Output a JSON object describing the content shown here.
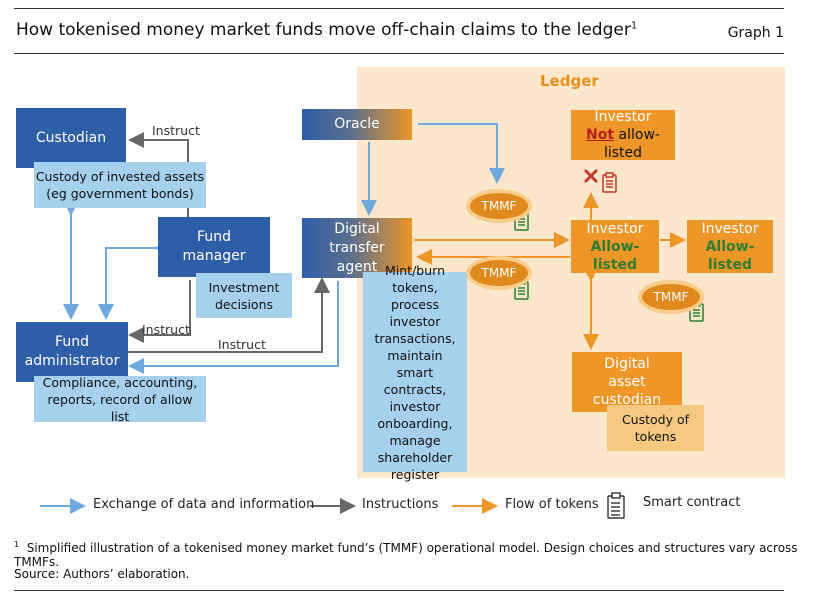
{
  "title": "How tokenised money market funds move off-chain claims to the ledger",
  "title_footnote_mark": "1",
  "graph_label": "Graph 1",
  "ledger_label": "Ledger",
  "nodes": {
    "custodian": "Custodian",
    "custodian_desc": "Custody of invested assets (eg government bonds)",
    "fund_manager": "Fund manager",
    "fund_manager_desc": "Investment decisions",
    "fund_administrator": "Fund administrator",
    "fund_administrator_desc": "Compliance, accounting, reports, record of allow list",
    "oracle": "Oracle",
    "dta": "Digital transfer agent",
    "dta_desc": "Mint/burn tokens, process investor transactions, maintain smart contracts, investor onboarding, manage shareholder register",
    "investor_not": "Investor",
    "investor_not_prefix": "Not",
    "investor_not_suffix": "allow-listed",
    "investor_allowed_1": "Investor",
    "investor_allowed_1_status": "Allow-listed",
    "investor_allowed_2": "Investor",
    "investor_allowed_2_status": "Allow-listed",
    "dac": "Digital asset custodian",
    "dac_desc": "Custody of tokens"
  },
  "tokens": [
    "TMMF",
    "TMMF",
    "TMMF"
  ],
  "arrow_labels": {
    "instruct_1": "Instruct",
    "instruct_2": "Instruct",
    "instruct_3": "Instruct"
  },
  "legend": {
    "data": "Exchange of data and information",
    "instructions": "Instructions",
    "tokens": "Flow of tokens",
    "smart_contract": "Smart contract"
  },
  "colors": {
    "data_arrow": "#6fa8dc",
    "instruction_arrow": "#666666",
    "token_arrow": "#ee9628",
    "smart_contract": "#2e7d32",
    "reject": "#c0392b"
  },
  "footnote_mark": "1",
  "footnote": "Simplified illustration of a tokenised money market fund’s (TMMF) operational model. Design choices and structures vary across TMMFs.",
  "source": "Source: Authors’ elaboration."
}
